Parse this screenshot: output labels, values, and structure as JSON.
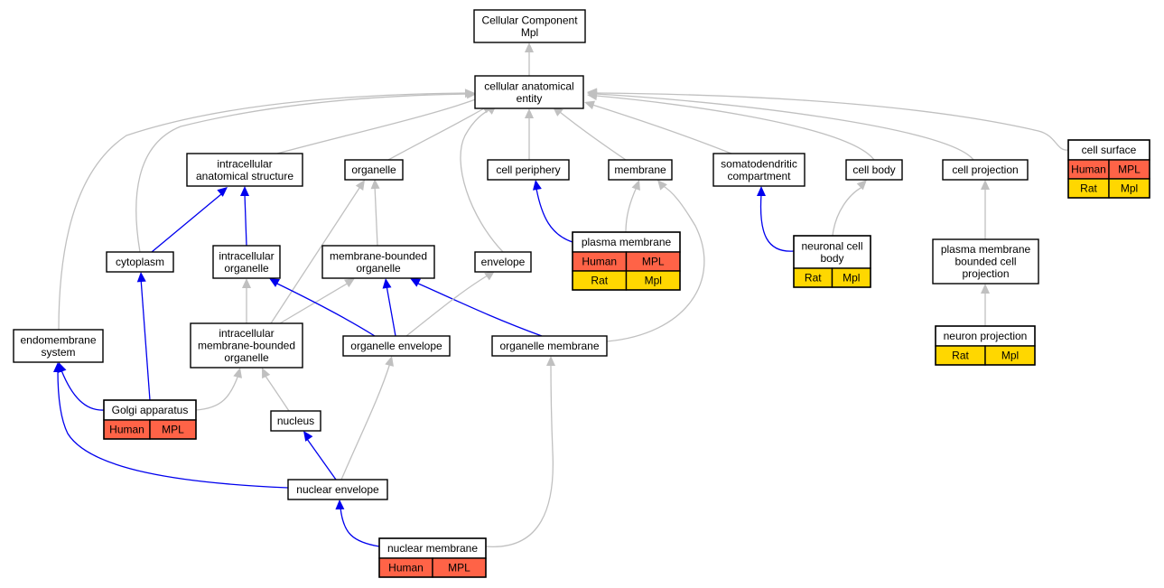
{
  "colors": {
    "human": "#ff6347",
    "rat": "#ffd700",
    "is_a_edge": "#c0c0c0",
    "part_of_edge": "#0000ee"
  },
  "nodes": {
    "root": {
      "lines": [
        "Cellular Component",
        "Mpl"
      ]
    },
    "cae": {
      "lines": [
        "cellular anatomical",
        "entity"
      ]
    },
    "ias": {
      "lines": [
        "intracellular",
        "anatomical structure"
      ]
    },
    "organelle": {
      "lines": [
        "organelle"
      ]
    },
    "cellperiphery": {
      "lines": [
        "cell periphery"
      ]
    },
    "membrane": {
      "lines": [
        "membrane"
      ]
    },
    "somato": {
      "lines": [
        "somatodendritic",
        "compartment"
      ]
    },
    "cellbody": {
      "lines": [
        "cell body"
      ]
    },
    "cellprojection": {
      "lines": [
        "cell projection"
      ]
    },
    "cellsurface": {
      "lines": [
        "cell surface"
      ],
      "rows": [
        [
          {
            "text": "Human",
            "color": "human"
          },
          {
            "text": "MPL",
            "color": "human"
          }
        ],
        [
          {
            "text": "Rat",
            "color": "rat"
          },
          {
            "text": "Mpl",
            "color": "rat"
          }
        ]
      ]
    },
    "cytoplasm": {
      "lines": [
        "cytoplasm"
      ]
    },
    "intraorg": {
      "lines": [
        "intracellular",
        "organelle"
      ]
    },
    "mbo": {
      "lines": [
        "membrane-bounded",
        "organelle"
      ]
    },
    "envelope": {
      "lines": [
        "envelope"
      ]
    },
    "plasmamembrane": {
      "lines": [
        "plasma membrane"
      ],
      "rows": [
        [
          {
            "text": "Human",
            "color": "human"
          },
          {
            "text": "MPL",
            "color": "human"
          }
        ],
        [
          {
            "text": "Rat",
            "color": "rat"
          },
          {
            "text": "Mpl",
            "color": "rat"
          }
        ]
      ]
    },
    "neuronalcellbody": {
      "lines": [
        "neuronal cell",
        "body"
      ],
      "rows": [
        [
          {
            "text": "Rat",
            "color": "rat"
          },
          {
            "text": "Mpl",
            "color": "rat"
          }
        ]
      ]
    },
    "pmbcp": {
      "lines": [
        "plasma membrane",
        "bounded cell",
        "projection"
      ]
    },
    "endomembrane": {
      "lines": [
        "endomembrane",
        "system"
      ]
    },
    "imbo": {
      "lines": [
        "intracellular",
        "membrane-bounded",
        "organelle"
      ]
    },
    "orgenvelope": {
      "lines": [
        "organelle envelope"
      ]
    },
    "orgmembrane": {
      "lines": [
        "organelle membrane"
      ]
    },
    "neuronprojection": {
      "lines": [
        "neuron projection"
      ],
      "rows": [
        [
          {
            "text": "Rat",
            "color": "rat"
          },
          {
            "text": "Mpl",
            "color": "rat"
          }
        ]
      ]
    },
    "golgi": {
      "lines": [
        "Golgi apparatus"
      ],
      "rows": [
        [
          {
            "text": "Human",
            "color": "human"
          },
          {
            "text": "MPL",
            "color": "human"
          }
        ]
      ]
    },
    "nucleus": {
      "lines": [
        "nucleus"
      ]
    },
    "nuclearenvelope": {
      "lines": [
        "nuclear envelope"
      ]
    },
    "nuclearmembrane": {
      "lines": [
        "nuclear membrane"
      ],
      "rows": [
        [
          {
            "text": "Human",
            "color": "human"
          },
          {
            "text": "MPL",
            "color": "human"
          }
        ]
      ]
    }
  },
  "edges": [
    {
      "from": "cae",
      "to": "root",
      "type": "isa"
    },
    {
      "from": "ias",
      "to": "cae",
      "type": "isa"
    },
    {
      "from": "organelle",
      "to": "cae",
      "type": "isa"
    },
    {
      "from": "cellperiphery",
      "to": "cae",
      "type": "isa"
    },
    {
      "from": "membrane",
      "to": "cae",
      "type": "isa"
    },
    {
      "from": "somato",
      "to": "cae",
      "type": "isa"
    },
    {
      "from": "cellbody",
      "to": "cae",
      "type": "isa"
    },
    {
      "from": "cellprojection",
      "to": "cae",
      "type": "isa"
    },
    {
      "from": "cellsurface",
      "to": "cae",
      "type": "isa"
    },
    {
      "from": "cytoplasm",
      "to": "cae",
      "type": "isa"
    },
    {
      "from": "endomembrane",
      "to": "cae",
      "type": "isa"
    },
    {
      "from": "envelope",
      "to": "cae",
      "type": "isa"
    },
    {
      "from": "cytoplasm",
      "to": "ias",
      "type": "partof"
    },
    {
      "from": "intraorg",
      "to": "ias",
      "type": "partof"
    },
    {
      "from": "imbo",
      "to": "organelle",
      "type": "isa"
    },
    {
      "from": "mbo",
      "to": "organelle",
      "type": "isa"
    },
    {
      "from": "plasmamembrane",
      "to": "cellperiphery",
      "type": "partof"
    },
    {
      "from": "plasmamembrane",
      "to": "membrane",
      "type": "isa"
    },
    {
      "from": "orgmembrane",
      "to": "membrane",
      "type": "isa"
    },
    {
      "from": "neuronalcellbody",
      "to": "somato",
      "type": "partof"
    },
    {
      "from": "neuronalcellbody",
      "to": "cellbody",
      "type": "isa"
    },
    {
      "from": "pmbcp",
      "to": "cellprojection",
      "type": "isa"
    },
    {
      "from": "neuronprojection",
      "to": "pmbcp",
      "type": "isa"
    },
    {
      "from": "golgi",
      "to": "cytoplasm",
      "type": "partof"
    },
    {
      "from": "golgi",
      "to": "endomembrane",
      "type": "partof"
    },
    {
      "from": "golgi",
      "to": "imbo",
      "type": "isa"
    },
    {
      "from": "imbo",
      "to": "intraorg",
      "type": "isa"
    },
    {
      "from": "imbo",
      "to": "mbo",
      "type": "isa"
    },
    {
      "from": "orgenvelope",
      "to": "intraorg",
      "type": "partof"
    },
    {
      "from": "orgenvelope",
      "to": "mbo",
      "type": "partof"
    },
    {
      "from": "orgmembrane",
      "to": "mbo",
      "type": "partof"
    },
    {
      "from": "orgenvelope",
      "to": "envelope",
      "type": "isa"
    },
    {
      "from": "nucleus",
      "to": "imbo",
      "type": "isa"
    },
    {
      "from": "nuclearenvelope",
      "to": "nucleus",
      "type": "partof"
    },
    {
      "from": "nuclearenvelope",
      "to": "orgenvelope",
      "type": "isa"
    },
    {
      "from": "nuclearenvelope",
      "to": "endomembrane",
      "type": "partof"
    },
    {
      "from": "nuclearmembrane",
      "to": "nuclearenvelope",
      "type": "partof"
    },
    {
      "from": "nuclearmembrane",
      "to": "orgmembrane",
      "type": "isa"
    }
  ]
}
